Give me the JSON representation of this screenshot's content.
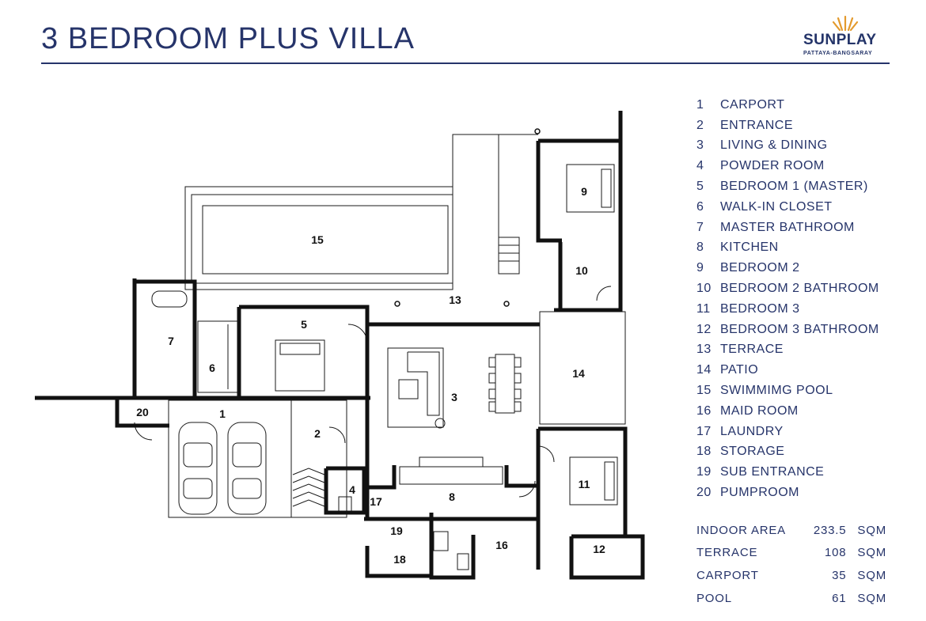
{
  "title": "3 BEDROOM PLUS VILLA",
  "logo": {
    "name": "SUNPLAY",
    "subtitle": "PATTAYA-BANGSARAY",
    "color": "#243469",
    "accent": "#e39a2d"
  },
  "legend": [
    {
      "num": "1",
      "label": "CARPORT"
    },
    {
      "num": "2",
      "label": "ENTRANCE"
    },
    {
      "num": "3",
      "label": "LIVING & DINING"
    },
    {
      "num": "4",
      "label": "POWDER ROOM"
    },
    {
      "num": "5",
      "label": "BEDROOM 1 (MASTER)"
    },
    {
      "num": "6",
      "label": "WALK-IN CLOSET"
    },
    {
      "num": "7",
      "label": "MASTER BATHROOM"
    },
    {
      "num": "8",
      "label": "KITCHEN"
    },
    {
      "num": "9",
      "label": "BEDROOM 2"
    },
    {
      "num": "10",
      "label": "BEDROOM 2 BATHROOM"
    },
    {
      "num": "11",
      "label": "BEDROOM 3"
    },
    {
      "num": "12",
      "label": "BEDROOM 3 BATHROOM"
    },
    {
      "num": "13",
      "label": "TERRACE"
    },
    {
      "num": "14",
      "label": "PATIO"
    },
    {
      "num": "15",
      "label": "SWIMMIMG POOL"
    },
    {
      "num": "16",
      "label": "MAID ROOM"
    },
    {
      "num": "17",
      "label": "LAUNDRY"
    },
    {
      "num": "18",
      "label": "STORAGE"
    },
    {
      "num": "19",
      "label": "SUB ENTRANCE"
    },
    {
      "num": "20",
      "label": "PUMPROOM"
    }
  ],
  "areas": [
    {
      "label": "INDOOR AREA",
      "value": "233.5",
      "unit": "SQM"
    },
    {
      "label": "TERRACE",
      "value": "108",
      "unit": "SQM"
    },
    {
      "label": "CARPORT",
      "value": "35",
      "unit": "SQM"
    },
    {
      "label": "POOL",
      "value": "61",
      "unit": "SQM"
    }
  ],
  "plan_labels": {
    "r1": "1",
    "r2": "2",
    "r3": "3",
    "r4": "4",
    "r5": "5",
    "r6": "6",
    "r7": "7",
    "r8": "8",
    "r9": "9",
    "r10": "10",
    "r11": "11",
    "r12": "12",
    "r13": "13",
    "r14": "14",
    "r15": "15",
    "r16": "16",
    "r17": "17",
    "r18": "18",
    "r19": "19",
    "r20": "20"
  }
}
